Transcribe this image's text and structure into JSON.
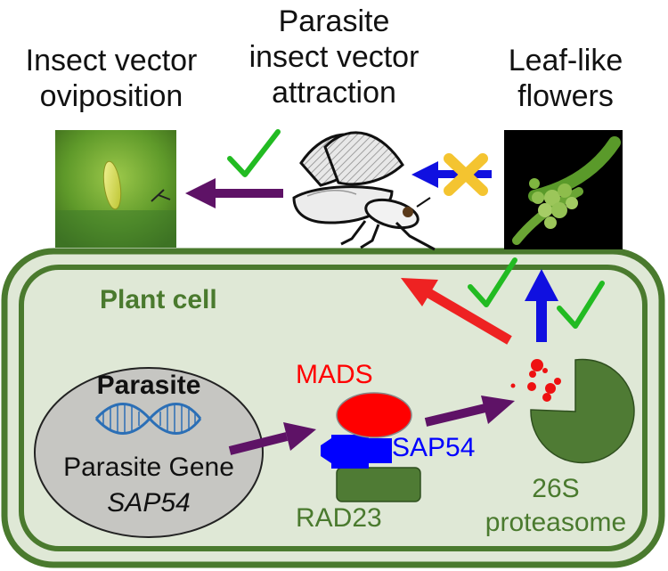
{
  "labels": {
    "oviposition": [
      "Insect vector",
      "oviposition"
    ],
    "attraction": [
      "Parasite",
      "insect vector",
      "attraction"
    ],
    "leaf_flowers": [
      "Leaf-like",
      "flowers"
    ],
    "plant_cell": "Plant cell",
    "parasite_title": "Parasite",
    "parasite_gene": "Parasite Gene",
    "gene_name": "SAP54",
    "mads": "MADS",
    "sap54": "SAP54",
    "rad23": "RAD23",
    "proteasome": [
      "26S",
      "proteasome"
    ]
  },
  "icons": {
    "check": "green-checkmark-icon",
    "cross": "yellow-cross-icon",
    "dna": "dna-helix-icon",
    "insect": "leafhopper-insect-icon"
  },
  "colors": {
    "cell_wall": "#4a7a2e",
    "cell_fill": "#dfe8d6",
    "nucleus": "#c6c6c2",
    "mads": "#ff0000",
    "sap54": "#0000ff",
    "rad23": "#4f7b34",
    "purple_arrow": "#5e1266",
    "red_arrow": "#ee2222",
    "blue_arrow": "#1010e0",
    "check": "#22bb22",
    "cross": "#f4c430",
    "label_green": "#4a7a2e"
  }
}
